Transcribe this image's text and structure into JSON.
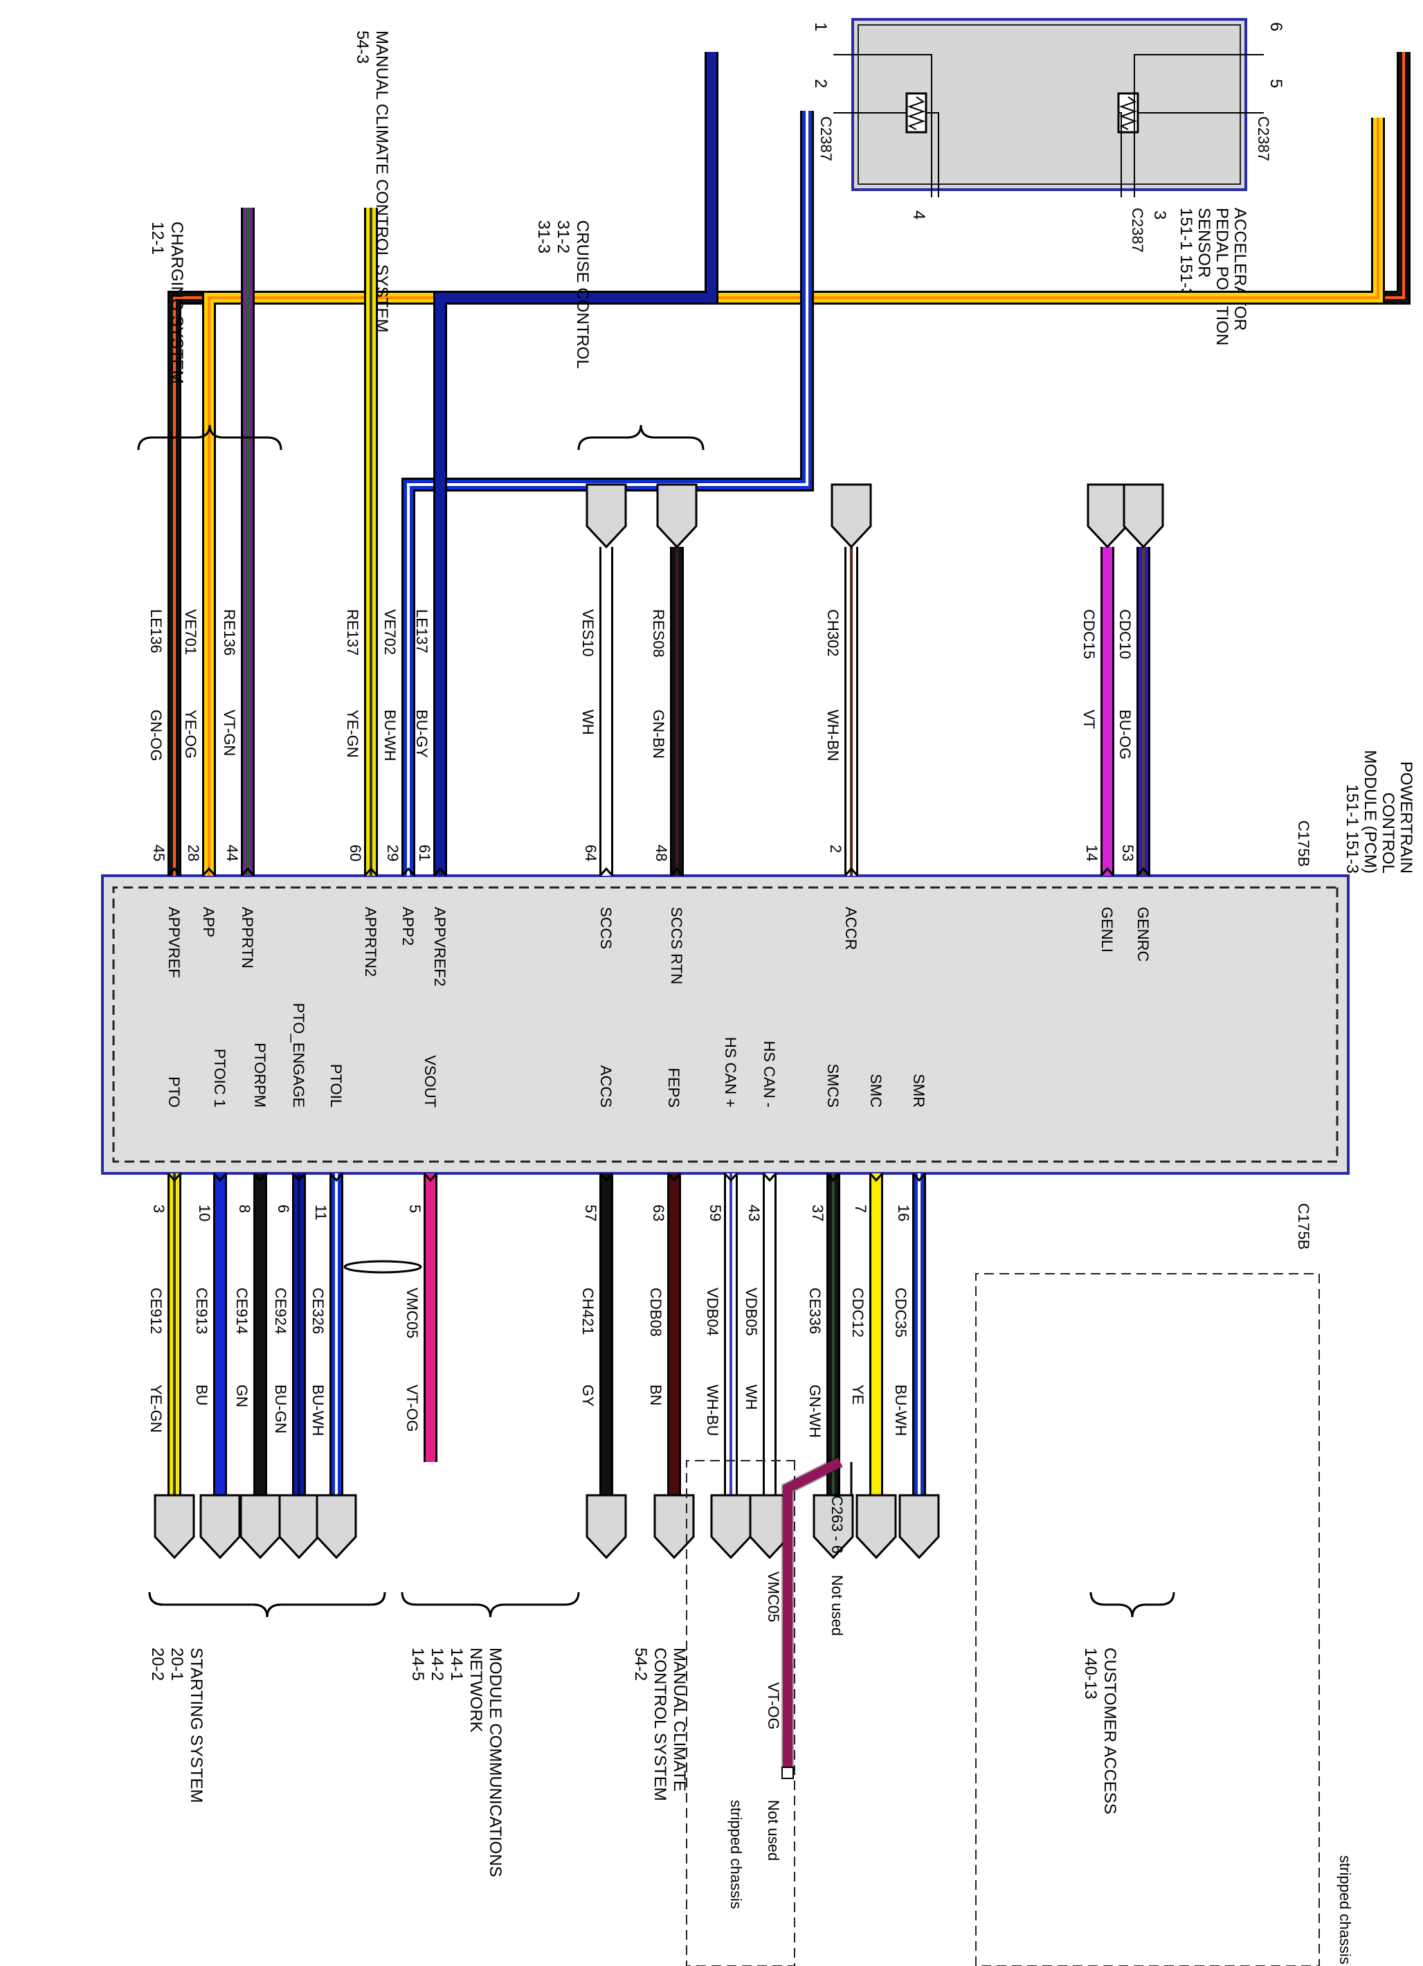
{
  "pcm": {
    "title": [
      "POWERTRAIN",
      "CONTROL",
      "MODULE (PCM)",
      "151-1   151-3"
    ]
  },
  "aps": {
    "title": [
      "ACCELERATOR",
      "PEDAL POSITION",
      "SENSOR",
      "151-1     151-3"
    ],
    "connector": "C2387"
  },
  "top_connector": "C175B",
  "top_pins": [
    {
      "pin": "45",
      "signal": "APPVREF",
      "wire": "LE136",
      "color": "GN-OG",
      "stroke": "#111111",
      "stripe": "#ff5a1e"
    },
    {
      "pin": "28",
      "signal": "APP",
      "wire": "VE701",
      "color": "YE-OG",
      "stroke": "#ffd200",
      "stripe": "#ff8c00"
    },
    {
      "pin": "44",
      "signal": "APPRTN",
      "wire": "RE136",
      "color": "VT-GN",
      "stroke": "#7a1f9a",
      "stripe": "#1f6a1f"
    },
    {
      "pin": "60",
      "signal": "APPRTN2",
      "wire": "RE137",
      "color": "YE-GN",
      "stroke": "#f2e600",
      "stripe": "#333333"
    },
    {
      "pin": "29",
      "signal": "APP2",
      "wire": "VE702",
      "color": "BU-WH",
      "stroke": "#1030c8",
      "stripe": "#ffffff"
    },
    {
      "pin": "61",
      "signal": "APPVREF2",
      "wire": "LE137",
      "color": "BU-GY",
      "stroke": "#0a1ea8",
      "stripe": "#1a1a8a"
    },
    {
      "pin": "64",
      "signal": "SCCS",
      "wire": "VES10",
      "color": "WH",
      "stroke": "#ffffff",
      "stripe": ""
    },
    {
      "pin": "48",
      "signal": "SCCS RTN",
      "wire": "RES08",
      "color": "GN-BN",
      "stroke": "#111111",
      "stripe": "#3a1a1a"
    },
    {
      "pin": "2",
      "signal": "ACCR",
      "wire": "CH302",
      "color": "WH-BN",
      "stroke": "#ffffff",
      "stripe": "#5a2a14"
    },
    {
      "pin": "14",
      "signal": "GENLI",
      "wire": "CDC15",
      "color": "VT",
      "stroke": "#d822d8",
      "stripe": ""
    },
    {
      "pin": "53",
      "signal": "GENRC",
      "wire": "CDC10",
      "color": "BU-OG",
      "stroke": "#2a1ab8",
      "stripe": "#5a3a2a"
    }
  ],
  "bottom_connector": "C175B",
  "bottom_pins": [
    {
      "pin": "3",
      "signal": "PTO",
      "wire": "CE912",
      "color": "YE-GN",
      "stroke": "#f2e600",
      "stripe": "#333333"
    },
    {
      "pin": "10",
      "signal": "PTOIC 1",
      "wire": "CE913",
      "color": "BU",
      "stroke": "#1428d8",
      "stripe": ""
    },
    {
      "pin": "8",
      "signal": "PTORPM",
      "wire": "CE914",
      "color": "GN",
      "stroke": "#111111",
      "stripe": ""
    },
    {
      "pin": "6",
      "signal": "PTO_ENGAGE",
      "wire": "CE924",
      "color": "BU-GN",
      "stroke": "#0a1ea8",
      "stripe": "#0a0a40"
    },
    {
      "pin": "11",
      "signal": "PTOIL",
      "wire": "CE326",
      "color": "BU-WH",
      "stroke": "#1030c8",
      "stripe": "#ffffff"
    },
    {
      "pin": "5",
      "signal": "VSOUT",
      "wire": "VMC05",
      "color": "VT-OG",
      "stroke": "#e0228a",
      "stripe": ""
    },
    {
      "pin": "57",
      "signal": "ACCS",
      "wire": "CH421",
      "color": "GY",
      "stroke": "#111111",
      "stripe": ""
    },
    {
      "pin": "63",
      "signal": "FEPS",
      "wire": "CDB08",
      "color": "BN",
      "stroke": "#4a0a0a",
      "stripe": ""
    },
    {
      "pin": "59",
      "signal": "HS CAN +",
      "wire": "VDB04",
      "color": "WH-BU",
      "stroke": "#ffffff",
      "stripe": "#3a3ac8"
    },
    {
      "pin": "43",
      "signal": "HS CAN -",
      "wire": "VDB05",
      "color": "WH",
      "stroke": "#ffffff",
      "stripe": ""
    },
    {
      "pin": "37",
      "signal": "SMCS",
      "wire": "CE336",
      "color": "GN-WH",
      "stroke": "#111111",
      "stripe": "#2a4a2a"
    },
    {
      "pin": "7",
      "signal": "SMC",
      "wire": "CDC12",
      "color": "YE",
      "stroke": "#f8f000",
      "stripe": ""
    },
    {
      "pin": "16",
      "signal": "SMR",
      "wire": "CDC35",
      "color": "BU-WH",
      "stroke": "#1030c8",
      "stripe": "#ffffff"
    }
  ],
  "aps_pins": [
    "1",
    "2",
    "3",
    "4",
    "5",
    "6"
  ],
  "destinations": {
    "charging": [
      "CHARGING SYSTEM",
      "12-1"
    ],
    "climate_top": [
      "MANUAL CLIMATE CONTROL SYSTEM",
      "54-3"
    ],
    "cruise": [
      "CRUISE CONTROL",
      "31-2",
      "31-3"
    ],
    "customer_access": [
      "CUSTOMER ACCESS",
      "140-13"
    ],
    "climate_bottom": [
      "MANUAL CLIMATE",
      "CONTROL SYSTEM",
      "54-2"
    ],
    "network": [
      "MODULE COMMUNICATIONS",
      "NETWORK",
      "14-1",
      "14-2",
      "14-5"
    ],
    "starting": [
      "STARTING SYSTEM",
      "20-1",
      "20-2"
    ]
  },
  "splice": {
    "id": "C263 - 6",
    "note": "Not used"
  },
  "stripped": {
    "label": "stripped chassis",
    "wire": "VMC05",
    "color": "VT-OG",
    "note": "Not used"
  }
}
